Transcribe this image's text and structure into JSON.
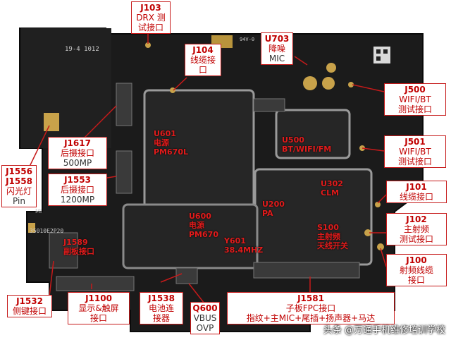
{
  "board_silk": {
    "top_code": "19-4 1012",
    "side_code": "94V-0",
    "mi": "MI",
    "bottom_code": "35010E2P20"
  },
  "callouts": [
    {
      "id": "j103",
      "code": "J103",
      "desc": [
        "DRX 测",
        "试接口"
      ]
    },
    {
      "id": "j104",
      "code": "J104",
      "desc": [
        "线缆接",
        "口"
      ]
    },
    {
      "id": "u703",
      "code": "U703",
      "desc": [
        "降噪"
      ],
      "sub": "MIC"
    },
    {
      "id": "j500",
      "code": "J500",
      "desc": [
        "WIFI/BT",
        "测试接口"
      ]
    },
    {
      "id": "j501",
      "code": "J501",
      "desc": [
        "WIFI/BT",
        "测试接口"
      ]
    },
    {
      "id": "j101",
      "code": "J101",
      "desc": [
        "线缆接口"
      ]
    },
    {
      "id": "j102",
      "code": "J102",
      "desc": [
        "主射频",
        "测试接口"
      ]
    },
    {
      "id": "j100",
      "code": "J100",
      "desc": [
        "射频线缆",
        "接口"
      ]
    },
    {
      "id": "j1617",
      "code": "J1617",
      "desc": [
        "后摄接口"
      ],
      "sub": "500MP"
    },
    {
      "id": "j1553",
      "code": "J1553",
      "desc": [
        "后摄接口"
      ],
      "sub": "1200MP"
    },
    {
      "id": "j1556",
      "code": "J1556",
      "desc": [
        "J1558",
        "闪光灯"
      ],
      "sub": "Pin"
    },
    {
      "id": "j1532",
      "code": "J1532",
      "desc": [
        "侧键接口"
      ]
    },
    {
      "id": "j1100",
      "code": "J1100",
      "desc": [
        "显示&触屏",
        "接口"
      ]
    },
    {
      "id": "j1538",
      "code": "J1538",
      "desc": [
        "电池连",
        "接器"
      ]
    },
    {
      "id": "q600",
      "code": "Q600",
      "desc": [
        "VBUS"
      ],
      "sub": "OVP"
    },
    {
      "id": "j1581",
      "code": "J1581",
      "desc": [
        "子板FPC接口",
        "指纹+主MIC+尾插+扬声器+马达"
      ]
    }
  ],
  "chip_labels": [
    {
      "id": "u601",
      "lines": [
        "U601",
        "电源",
        "PM670L"
      ]
    },
    {
      "id": "u500",
      "lines": [
        "U500",
        "BT/WIFI/FM"
      ]
    },
    {
      "id": "u600",
      "lines": [
        "U600",
        "电源",
        "PM670"
      ]
    },
    {
      "id": "y601",
      "lines": [
        "Y601",
        "38.4MHZ"
      ]
    },
    {
      "id": "u200",
      "lines": [
        "U200",
        "PA"
      ]
    },
    {
      "id": "u302",
      "lines": [
        "U302",
        "CLM"
      ]
    },
    {
      "id": "s100",
      "lines": [
        "S100",
        "主射频",
        "天线开关"
      ]
    },
    {
      "id": "j1589",
      "lines": [
        "J1589",
        "副板接口"
      ]
    }
  ],
  "watermark": "头条 @万通手机维修培训学校"
}
